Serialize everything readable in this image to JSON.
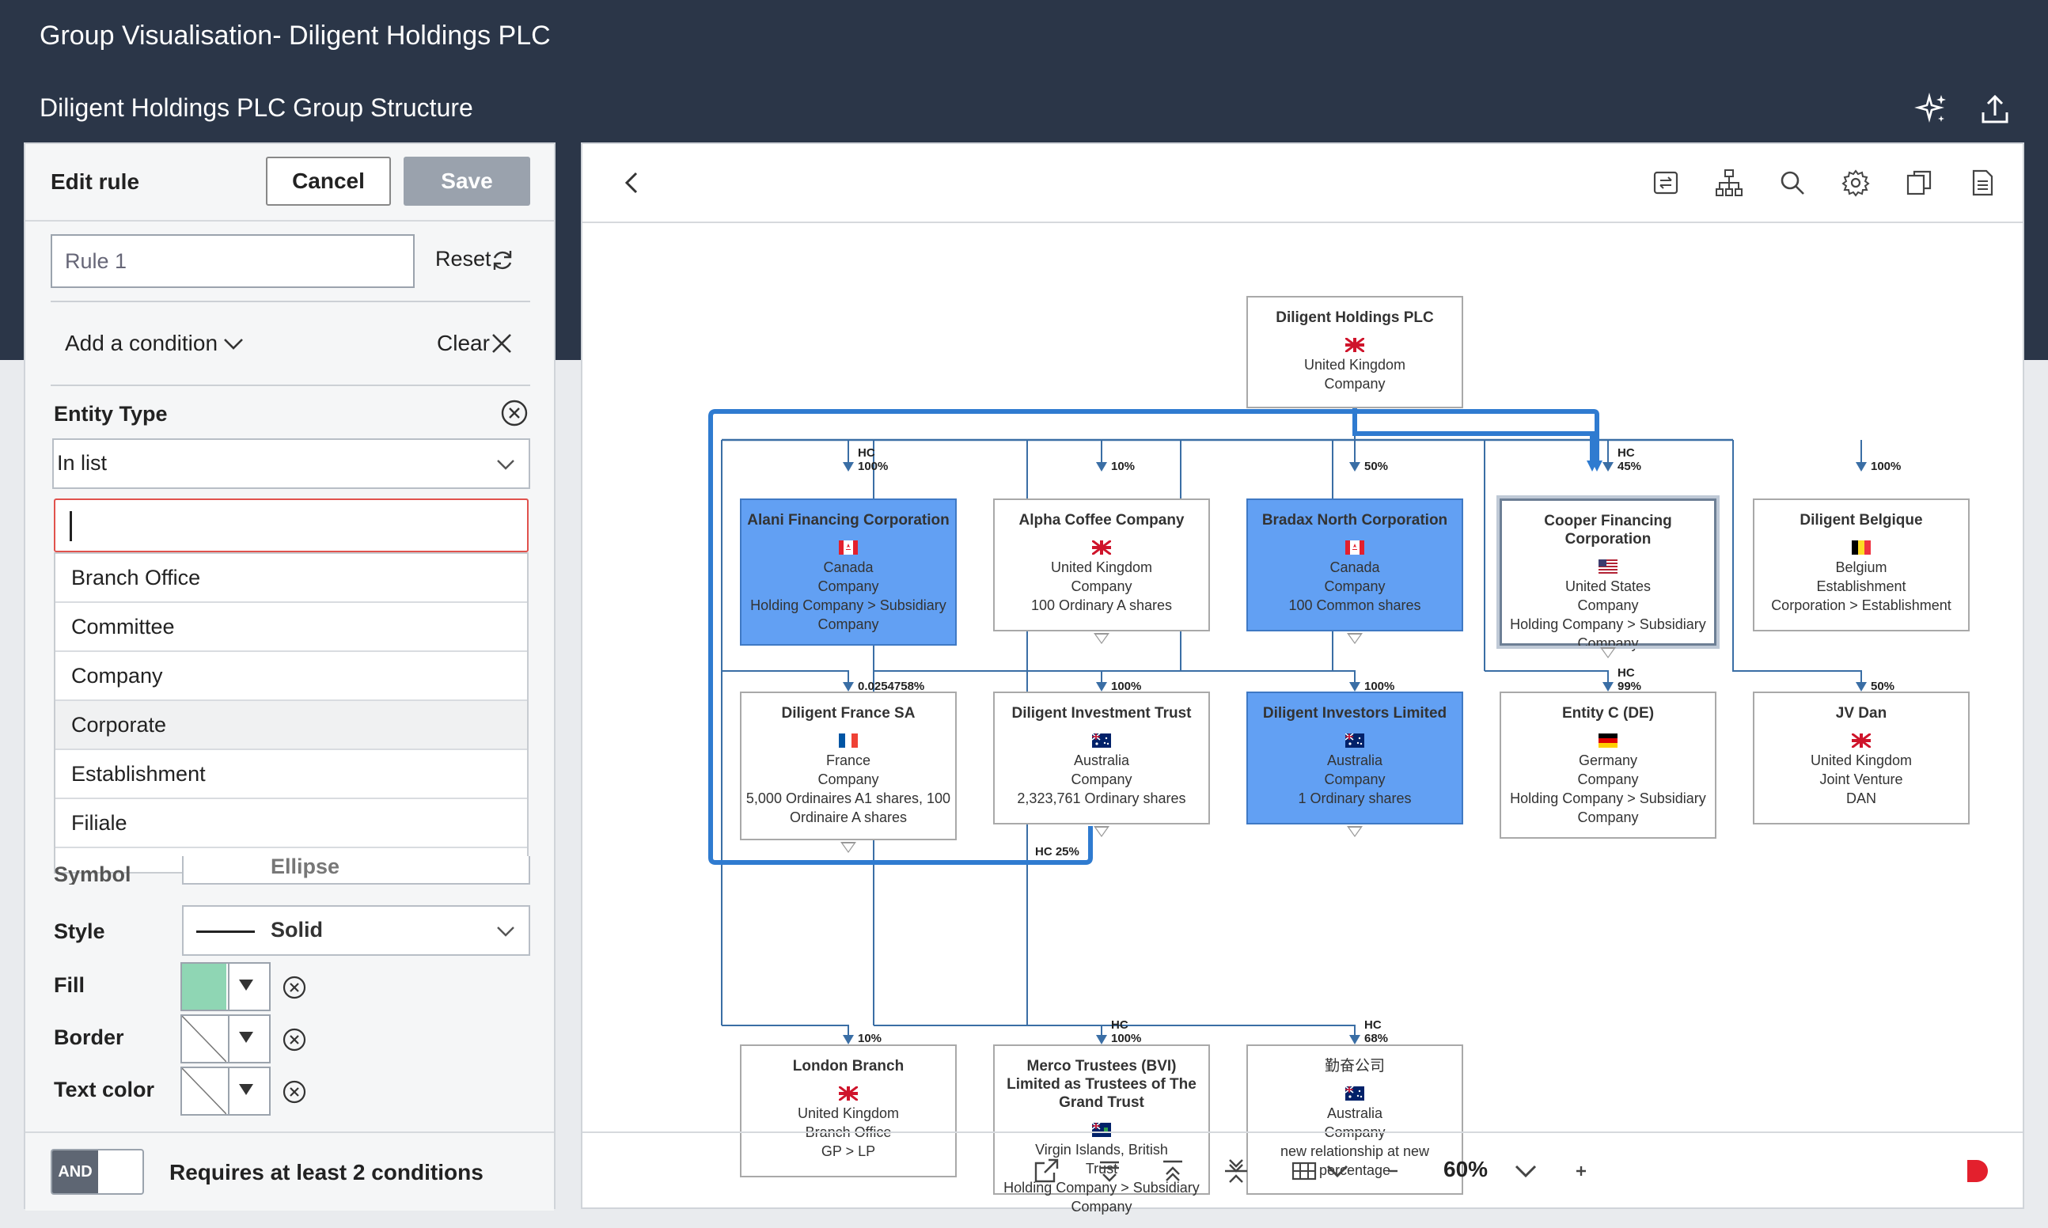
{
  "header": {
    "app_title": "Group Visualisation- Diligent Holdings PLC",
    "page_title": "Diligent Holdings PLC Group Structure"
  },
  "panel": {
    "title": "Edit rule",
    "cancel_label": "Cancel",
    "save_label": "Save",
    "rule_name": "Rule 1",
    "reset_label": "Reset",
    "add_condition_label": "Add a condition",
    "clear_label": "Clear",
    "entity_type_label": "Entity Type",
    "operator_value": "In list",
    "search_value": "",
    "options": [
      "Branch Office",
      "Committee",
      "Company",
      "Corporate",
      "Establishment",
      "Filiale"
    ],
    "symbol_label": "Symbol",
    "symbol_value": "Ellipse",
    "style_label": "Style",
    "style_value": "Solid",
    "fill_label": "Fill",
    "fill_color": "#8fd6b4",
    "border_label": "Border",
    "text_color_label": "Text color",
    "toggle_label": "AND",
    "requirement_text": "Requires at least 2 conditions"
  },
  "chart": {
    "zoom": "60%",
    "nodes": {
      "root": {
        "name": "Diligent Holdings PLC",
        "country": "United Kingdom",
        "type": "Company",
        "detail": ""
      },
      "alani": {
        "name": "Alani Financing Corporation",
        "country": "Canada",
        "type": "Company",
        "detail": "Holding Company > Subsidiary Company"
      },
      "alpha": {
        "name": "Alpha Coffee Company",
        "country": "United Kingdom",
        "type": "Company",
        "detail": "100 Ordinary A shares"
      },
      "bradax": {
        "name": "Bradax North Corporation",
        "country": "Canada",
        "type": "Company",
        "detail": "100 Common shares"
      },
      "cooper": {
        "name": "Cooper Financing Corporation",
        "country": "United States",
        "type": "Company",
        "detail": "Holding Company > Subsidiary Company"
      },
      "belgique": {
        "name": "Diligent Belgique",
        "country": "Belgium",
        "type": "Establishment",
        "detail": "Corporation > Establishment"
      },
      "france": {
        "name": "Diligent France SA",
        "country": "France",
        "type": "Company",
        "detail": "5,000 Ordinaires A1 shares, 100 Ordinaire A shares"
      },
      "trust": {
        "name": "Diligent Investment Trust",
        "country": "Australia",
        "type": "Company",
        "detail": "2,323,761 Ordinary shares"
      },
      "investors": {
        "name": "Diligent Investors Limited",
        "country": "Australia",
        "type": "Company",
        "detail": "1 Ordinary shares"
      },
      "entityc": {
        "name": "Entity C (DE)",
        "country": "Germany",
        "type": "Company",
        "detail": "Holding Company > Subsidiary Company"
      },
      "jvdan": {
        "name": "JV Dan",
        "country": "United Kingdom",
        "type": "Joint Venture",
        "detail": "DAN"
      },
      "london": {
        "name": "London Branch",
        "country": "United Kingdom",
        "type": "Branch Office",
        "detail": "GP > LP"
      },
      "merco": {
        "name": "Merco Trustees (BVI) Limited as Trustees of The Grand Trust",
        "country": "Virgin Islands, British Trust",
        "type": "",
        "detail": "Holding Company > Subsidiary Company"
      },
      "kanna": {
        "name": "勤奋公司",
        "country": "Australia",
        "type": "Company",
        "detail": "new relationship at new percentage"
      }
    },
    "labels": {
      "alani_hc": "HC",
      "alani_pct": "100%",
      "alpha_pct": "10%",
      "bradax_pct": "50%",
      "cooper_hc": "HC",
      "cooper_pct": "45%",
      "belgique_pct": "100%",
      "france_pct": "0.0254758%",
      "trust_pct": "100%",
      "investors_pct": "100%",
      "entityc_hc": "HC",
      "entityc_pct": "99%",
      "jvdan_pct": "50%",
      "london_pct": "10%",
      "merco_hc": "HC",
      "merco_pct": "100%",
      "kanna_hc": "HC",
      "kanna_pct": "68%",
      "loop_label": "HC 25%"
    }
  },
  "colors": {
    "header_bg": "#2b3648",
    "highlight": "#62a0f3",
    "edge": "#3a6ea5",
    "loop": "#2f7bd0",
    "brand_mark": "#e3202d"
  }
}
